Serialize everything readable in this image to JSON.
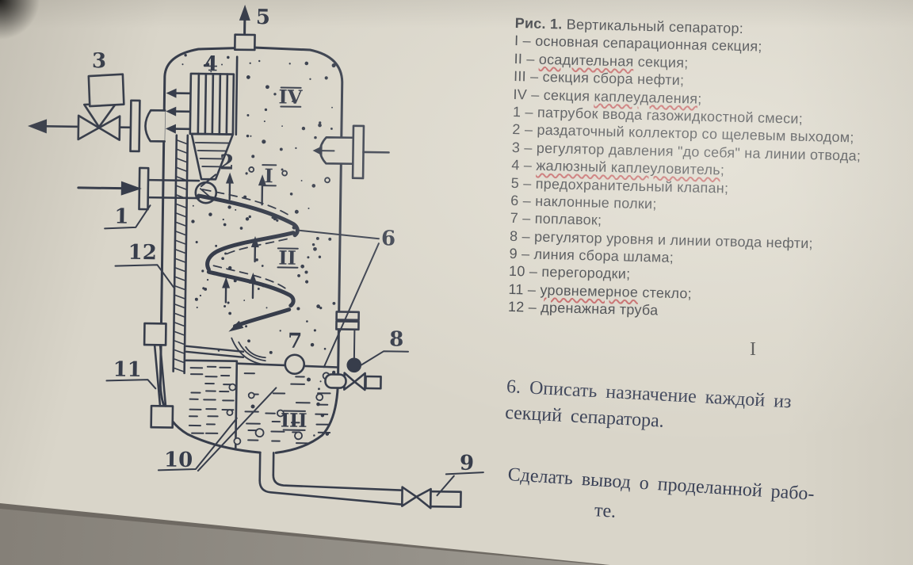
{
  "figure": {
    "caption": {
      "bold": "Рис. 1.",
      "rest": " Вертикальный сепаратор:"
    },
    "dash": " – ",
    "legend": [
      {
        "label": "I",
        "pre": "основная сепарационная  секция;",
        "marked": "",
        "post": ""
      },
      {
        "label": "II",
        "pre": "",
        "marked": "осадительная",
        "post": " секция;"
      },
      {
        "label": "III",
        "pre": "секция сбора нефти;",
        "marked": "",
        "post": ""
      },
      {
        "label": "IV",
        "pre": "секция ",
        "marked": "каплеудаления",
        "post": ";"
      },
      {
        "label": "1",
        "pre": "патрубок ввода газожидкостной смеси;",
        "marked": "",
        "post": ""
      },
      {
        "label": "2",
        "pre": "раздаточный коллектор со щелевым выходом;",
        "marked": "",
        "post": ""
      },
      {
        "label": "3",
        "pre": "регулятор давления \"до себя\" на линии отвода;",
        "marked": "",
        "post": ""
      },
      {
        "label": "4",
        "pre": "",
        "marked": "жалюзный каплеуловитель",
        "post": ";"
      },
      {
        "label": "5",
        "pre": "предохранительный  клапан;",
        "marked": "",
        "post": ""
      },
      {
        "label": "6",
        "pre": "наклонные полки;",
        "marked": "",
        "post": ""
      },
      {
        "label": "7",
        "pre": "поплавок;",
        "marked": "",
        "post": ""
      },
      {
        "label": "8",
        "pre": "регулятор уровня и линии отвода нефти;",
        "marked": "",
        "post": ""
      },
      {
        "label": "9",
        "pre": "линия сбора шлама;",
        "marked": "",
        "post": ""
      },
      {
        "label": "10",
        "pre": "перегородки;",
        "marked": "",
        "post": ""
      },
      {
        "label": "11",
        "pre": "",
        "marked": "уровнемерное",
        "post": " стекло;"
      },
      {
        "label": "12",
        "pre": "дренажная труба",
        "marked": "",
        "post": ""
      }
    ]
  },
  "diagram": {
    "part_labels": {
      "p1": "1",
      "p2": "2",
      "p3": "3",
      "p4": "4",
      "p5": "5",
      "p6": "6",
      "p7": "7",
      "p8": "8",
      "p9": "9",
      "p10": "10",
      "p11": "11",
      "p12": "12"
    },
    "section_labels": {
      "s1": "I",
      "s2": "II",
      "s3": "III",
      "s4": "IV"
    }
  },
  "tasks": {
    "item6_line1": "6. Описать назначение  каждой из",
    "item6_line2": "секций сепаратора.",
    "conclusion_line1": "Сделать вывод о проделанной рабо-",
    "conclusion_line2": "те."
  },
  "cursor_glyph": "I",
  "colors": {
    "ink": "#2b3242",
    "misspell_underline": "#c05a5c",
    "paper": "#d9d5c9",
    "desk_gray": "#98948c"
  }
}
